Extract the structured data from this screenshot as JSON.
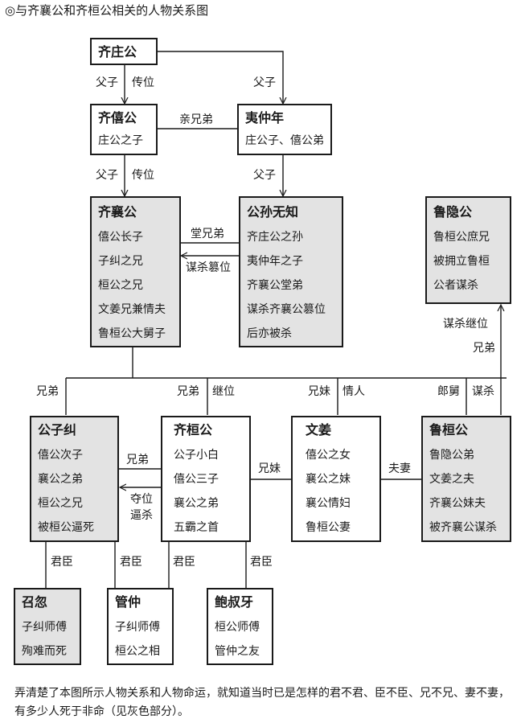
{
  "title": "◎与齐襄公和齐桓公相关的人物关系图",
  "people": {
    "qizhuang": {
      "name": "齐庄公",
      "lines": []
    },
    "qixi": {
      "name": "齐僖公",
      "lines": [
        "庄公之子"
      ]
    },
    "yizhongnian": {
      "name": "夷仲年",
      "lines": [
        "庄公子、僖公弟"
      ]
    },
    "qixiang": {
      "name": "齐襄公",
      "lines": [
        "僖公长子",
        "子纠之兄",
        "桓公之兄",
        "文姜兄兼情夫",
        "鲁桓公大舅子"
      ]
    },
    "gongsunwuzhi": {
      "name": "公孙无知",
      "lines": [
        "齐庄公之孙",
        "夷仲年之子",
        "齐襄公堂弟",
        "谋杀齐襄公篡位",
        "后亦被杀"
      ]
    },
    "luyin": {
      "name": "鲁隐公",
      "lines": [
        "鲁桓公庶兄",
        "被拥立鲁桓",
        "公者谋杀"
      ]
    },
    "gongzijiu": {
      "name": "公子纠",
      "lines": [
        "僖公次子",
        "襄公之弟",
        "桓公之兄",
        "被桓公逼死"
      ]
    },
    "qihuan": {
      "name": "齐桓公",
      "lines": [
        "公子小白",
        "僖公三子",
        "襄公之弟",
        "五霸之首"
      ]
    },
    "wenjiang": {
      "name": "文姜",
      "lines": [
        "僖公之女",
        "襄公之妹",
        "襄公情妇",
        "鲁桓公妻"
      ]
    },
    "luhuan": {
      "name": "鲁桓公",
      "lines": [
        "鲁隐公弟",
        "文姜之夫",
        "齐襄公妹夫",
        "被齐襄公谋杀"
      ]
    },
    "shaohu": {
      "name": "召忽",
      "lines": [
        "子纠师傅",
        "殉难而死"
      ]
    },
    "guanzhong": {
      "name": "管仲",
      "lines": [
        "子纠师傅",
        "桓公之相"
      ]
    },
    "baoshuya": {
      "name": "鲍叔牙",
      "lines": [
        "桓公师傅",
        "管仲之友"
      ]
    }
  },
  "relations": {
    "zhuang_xi": "父子",
    "zhuang_xi_2": "传位",
    "zhuang_yi": "父子",
    "xi_yi": "亲兄弟",
    "xi_xiang": "父子",
    "xi_xiang_2": "传位",
    "yi_gongsun": "父子",
    "xiang_gongsun": "堂兄弟",
    "gongsun_xiang": "谋杀篡位",
    "br_jiu": "兄弟",
    "br_huan": "兄弟",
    "br_huan_2": "继位",
    "br_wenjiang": "兄妹",
    "br_wenjiang_2": "情人",
    "br_luhuan": "郎舅",
    "br_luhuan_2": "谋杀",
    "luhuan_luyin": "谋杀继位",
    "luhuan_luyin_2": "兄弟",
    "jiu_huan": "兄弟",
    "huan_jiu_a": "夺位",
    "huan_jiu_b": "逼杀",
    "huan_wenjiang": "兄妹",
    "wenjiang_luhuan": "夫妻",
    "jiu_shaohu": "君臣",
    "jiu_guanzhong": "君臣",
    "huan_guanzhong": "君臣",
    "huan_baoshuya": "君臣"
  },
  "footer": "弄清楚了本图所示人物关系和人物命运，就知道当时已是怎样的君不君、臣不臣、兄不兄、妻不妻，有多少人死于非命（见灰色部分）。"
}
